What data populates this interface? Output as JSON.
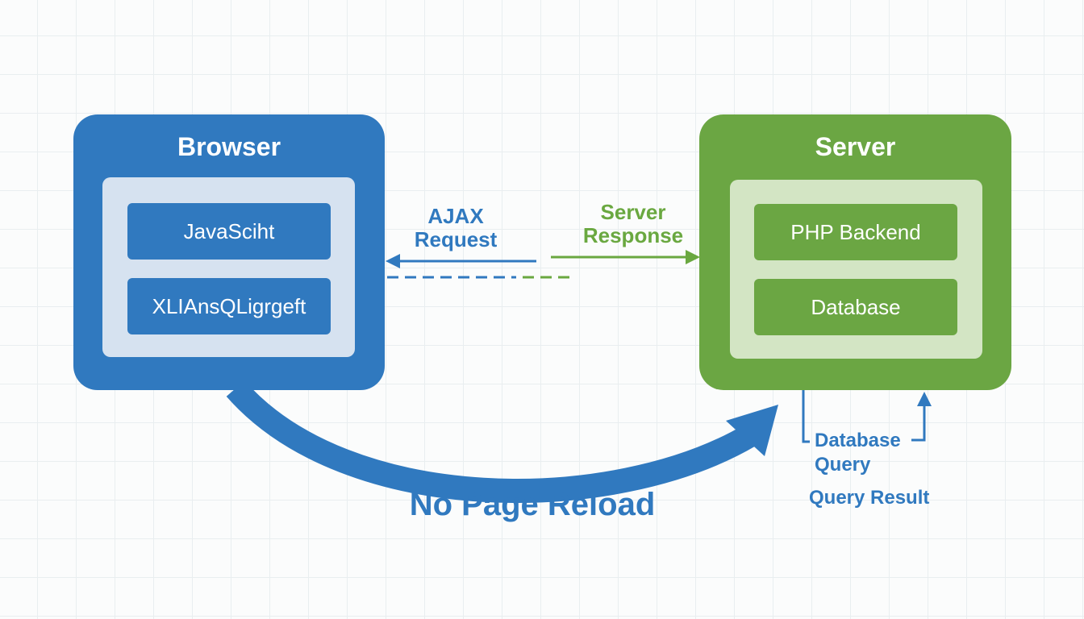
{
  "colors": {
    "browser_blue": "#3079bf",
    "browser_inner": "#d6e2f0",
    "server_green": "#6ba643",
    "server_inner": "#d3e5c4",
    "label_green": "#6aa840"
  },
  "browser": {
    "title": "Browser",
    "items": [
      "JavaSciht",
      "XLIAnsQLigrgeft"
    ]
  },
  "server": {
    "title": "Server",
    "items": [
      "PHP Backend",
      "Database"
    ]
  },
  "arrows": {
    "ajax_request": "AJAX Request",
    "server_response": "Server Response",
    "no_page_reload": "No Page Reload",
    "database_query": "Database Query",
    "query_result": "Query Result"
  }
}
